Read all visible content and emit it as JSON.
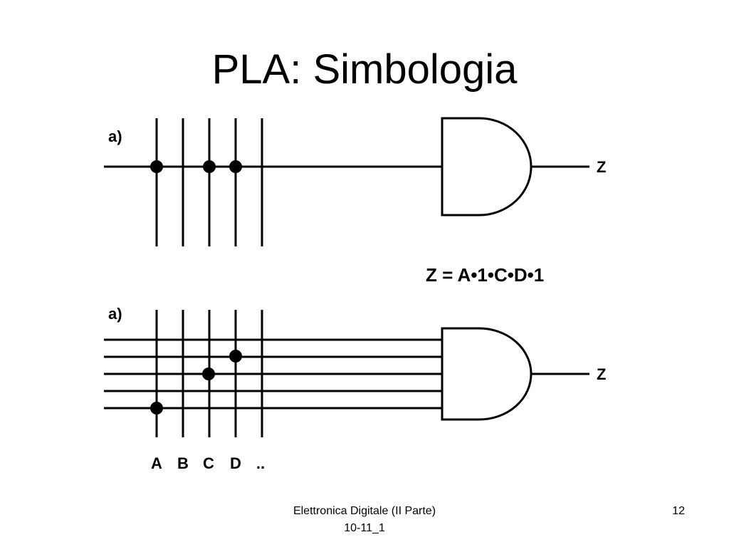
{
  "slide": {
    "title": "PLA: Simbologia"
  },
  "diagram_a": {
    "label": "a)",
    "output_label": "Z",
    "equation": "Z = A•1•C•D•1"
  },
  "diagram_b": {
    "label": "a)",
    "output_label": "Z",
    "input_labels": [
      "A",
      "B",
      "C",
      "D",
      ".."
    ]
  },
  "footer": {
    "course": "Elettronica Digitale (II Parte)",
    "code": "10-11_1",
    "page_number": "12"
  }
}
